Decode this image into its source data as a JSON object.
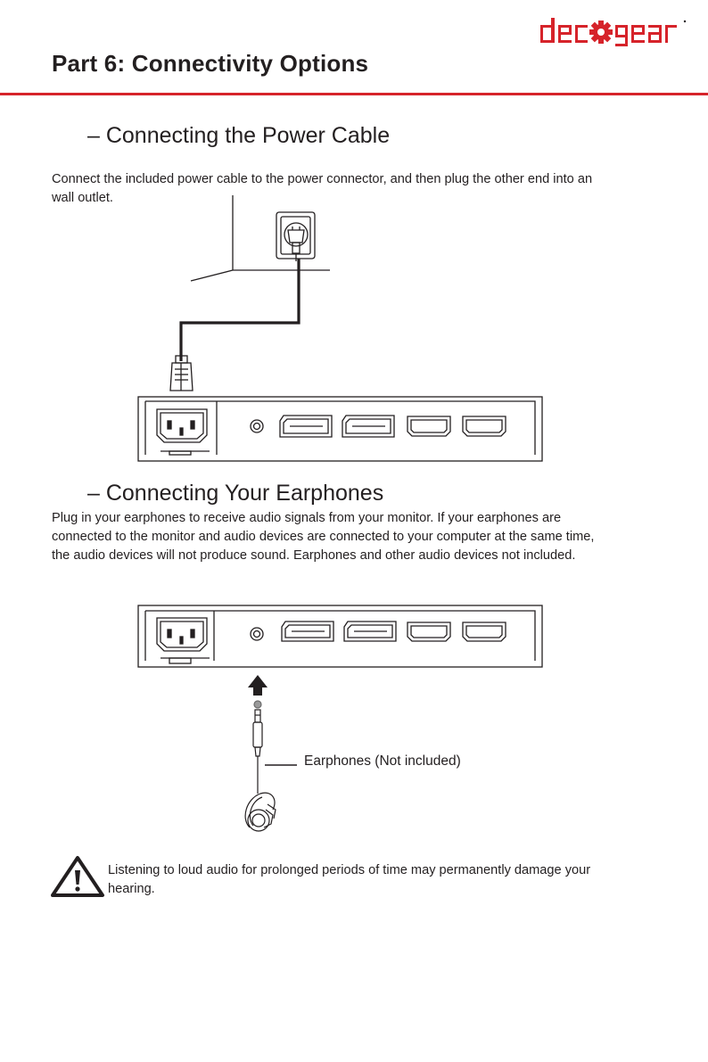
{
  "header": {
    "brand": "deco gear",
    "brand_color": "#d6232a",
    "title": "Part 6: Connectivity Options"
  },
  "sections": [
    {
      "heading": "– Connecting the Power Cable",
      "body_lines": [
        "Connect the included power cable to the power connector, and then plug the other end into an",
        "wall outlet."
      ]
    },
    {
      "heading": "– Connecting Your Earphones",
      "body_lines": [
        "Plug in your earphones to receive audio signals from your monitor. If your earphones are",
        "connected to the monitor and audio devices are connected to your computer at the same time,",
        "the audio devices will not produce sound.  Earphones and other audio devices not included."
      ],
      "callout": "Earphones (Not included)"
    }
  ],
  "warning": {
    "icon": "warning-triangle-icon",
    "text_lines": [
      "Listening to loud audio for prolonged periods of time may permanently damage your",
      "hearing."
    ]
  }
}
